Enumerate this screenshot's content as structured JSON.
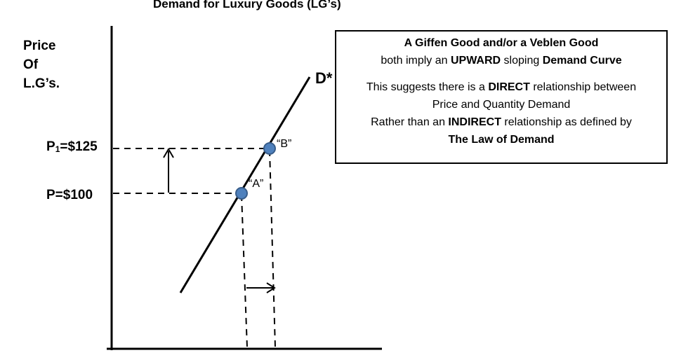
{
  "title": "Demand for Luxury Goods (LG’s)",
  "y_axis_label": [
    "Price",
    "Of",
    "L.G’s."
  ],
  "prices": {
    "p1_prefix": "P",
    "p1_sub": "1",
    "p1_suffix": "=$125",
    "p0": "P=$100"
  },
  "curve_label": "D*",
  "points": {
    "a": "“A”",
    "b": "“B”"
  },
  "note": {
    "line1": "A Giffen Good and/or a Veblen Good",
    "line2_pre": "both imply an ",
    "line2_b1": "UPWARD",
    "line2_mid": " sloping ",
    "line2_b2": "Demand Curve",
    "line3_pre": "This suggests there is a ",
    "line3_b": "DIRECT",
    "line3_post": " relationship between",
    "line4": "Price and Quantity Demand",
    "line5_pre": "Rather than an ",
    "line5_b": "INDIRECT",
    "line5_post": " relationship as defined by",
    "line6": "The Law of Demand"
  },
  "colors": {
    "point_fill": "#4f81bd",
    "point_stroke": "#385d8a",
    "line": "#000000"
  }
}
